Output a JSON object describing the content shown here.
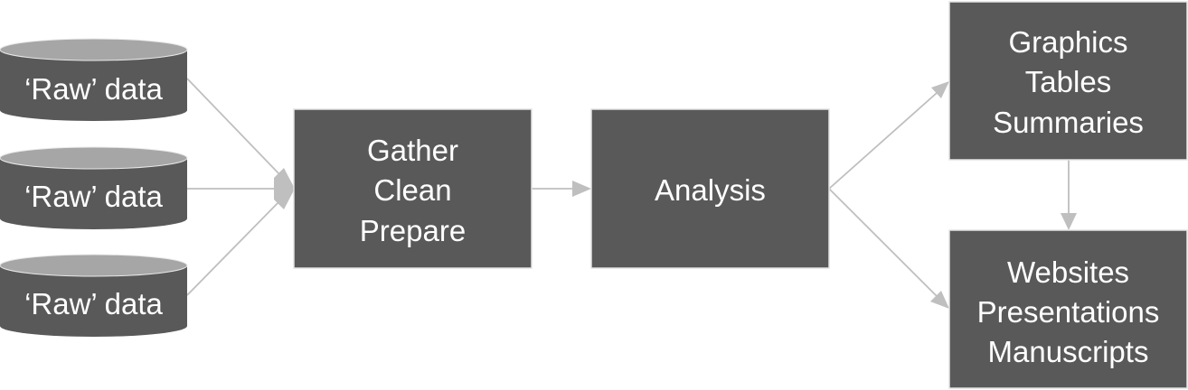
{
  "sources": [
    {
      "label": "‘Raw’ data"
    },
    {
      "label": "‘Raw’ data"
    },
    {
      "label": "‘Raw’ data"
    }
  ],
  "steps": {
    "prepare": {
      "lines": [
        "Gather",
        "Clean",
        "Prepare"
      ]
    },
    "analysis": {
      "lines": [
        "Analysis"
      ]
    },
    "outputs": {
      "lines": [
        "Graphics",
        "Tables",
        "Summaries"
      ]
    },
    "publish": {
      "lines": [
        "Websites",
        "Presentations",
        "Manuscripts"
      ]
    }
  },
  "colors": {
    "box_fill": "#595959",
    "box_border": "#e3e3e3",
    "db_top": "#a6a6a6",
    "text": "#ffffff",
    "connector": "#bfbfbf"
  }
}
